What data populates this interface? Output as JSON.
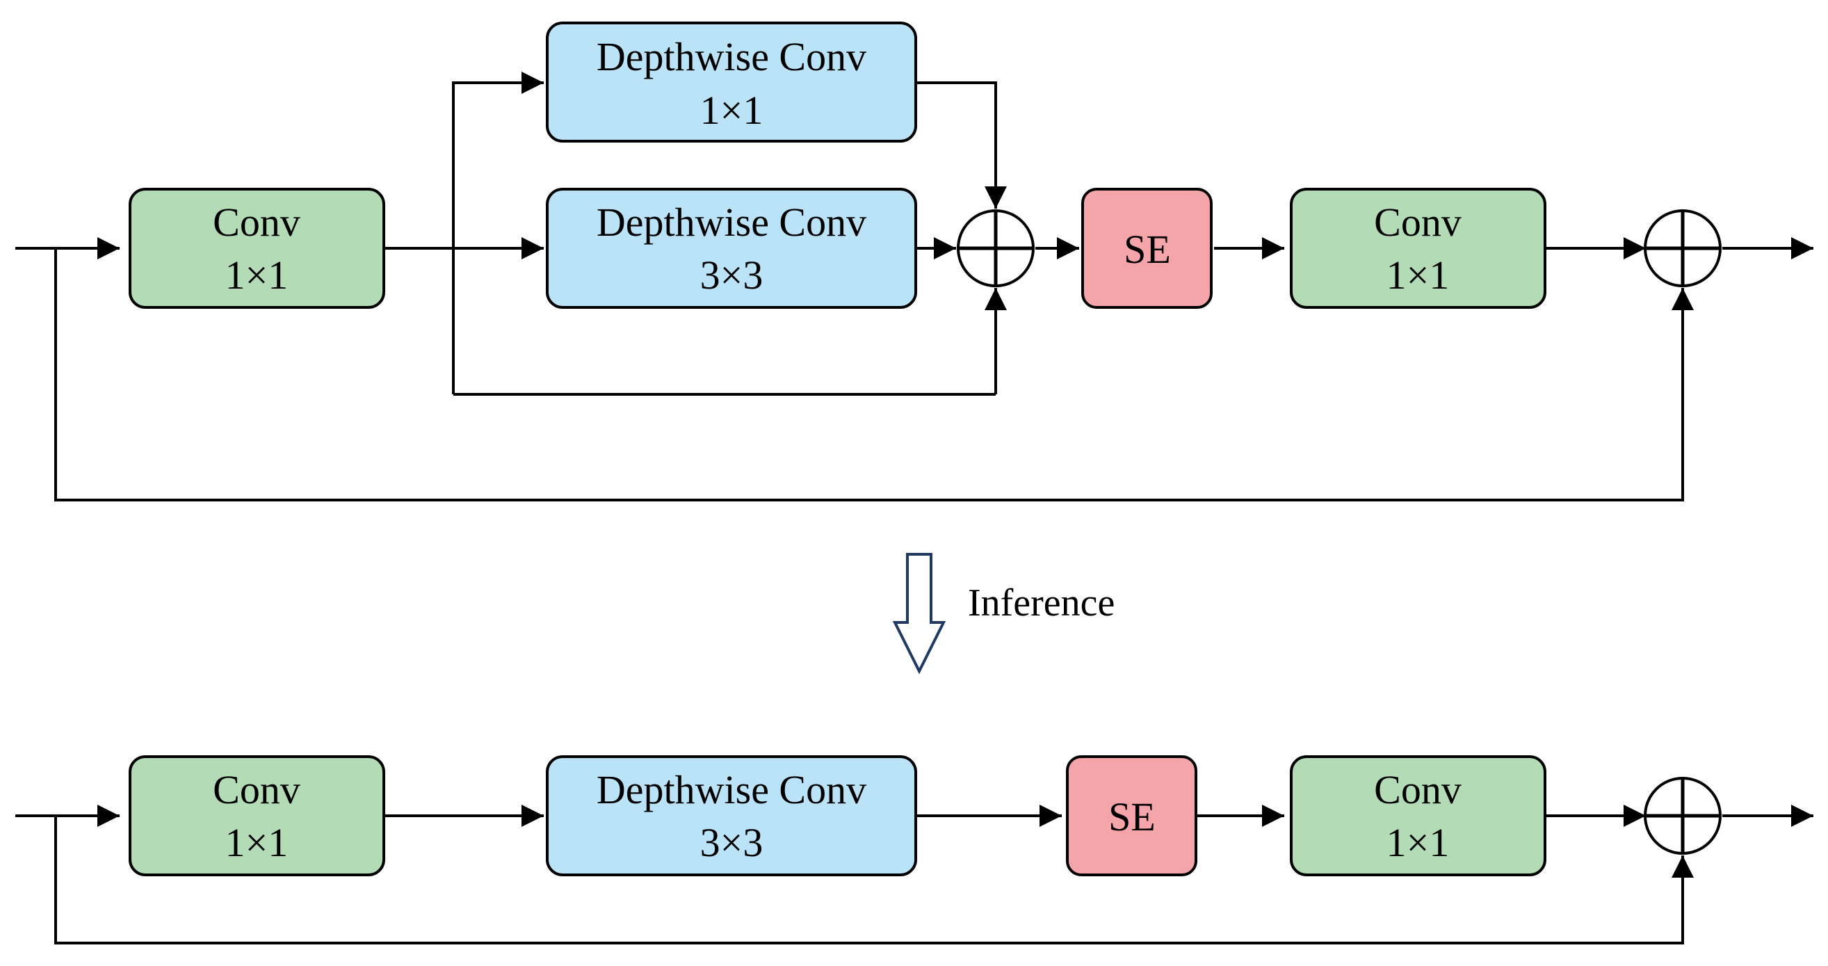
{
  "colors": {
    "conv": "#b3dbb5",
    "depthwise": "#bbe3f7",
    "se": "#f4a5a9",
    "hollow_arrow": "#1f3864"
  },
  "training_block": {
    "conv_in": {
      "line1": "Conv",
      "line2": "1×1"
    },
    "dw_1x1": {
      "line1": "Depthwise Conv",
      "line2": "1×1"
    },
    "dw_3x3": {
      "line1": "Depthwise Conv",
      "line2": "3×3"
    },
    "se": {
      "label": "SE"
    },
    "conv_out": {
      "line1": "Conv",
      "line2": "1×1"
    }
  },
  "transition": {
    "label": "Inference"
  },
  "inference_block": {
    "conv_in": {
      "line1": "Conv",
      "line2": "1×1"
    },
    "dw_3x3": {
      "line1": "Depthwise Conv",
      "line2": "3×3"
    },
    "se": {
      "label": "SE"
    },
    "conv_out": {
      "line1": "Conv",
      "line2": "1×1"
    }
  }
}
